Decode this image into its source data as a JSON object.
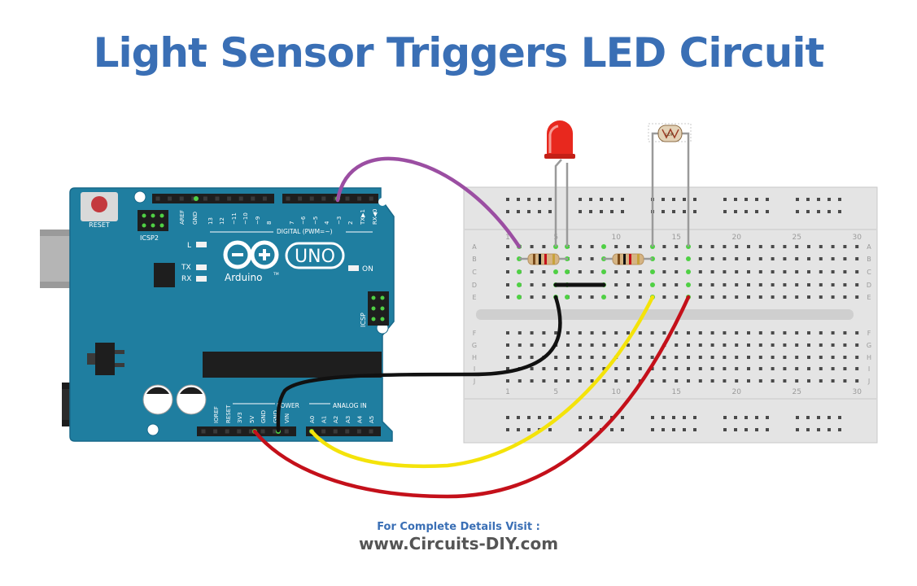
{
  "title": "Light Sensor Triggers LED Circuit",
  "footer": {
    "label": "For Complete Details Visit :",
    "url": "www.Circuits-DIY.com"
  },
  "colors": {
    "title": "#3a6fb5",
    "footer_label": "#3a6fb5",
    "footer_url": "#555555",
    "board": "#1f7ea0",
    "wire_purple": "#9b4ea2",
    "wire_black": "#111111",
    "wire_yellow": "#f4e30a",
    "wire_red": "#c4101a",
    "led": "#e8281e"
  },
  "arduino": {
    "reset": "RESET",
    "icsp2": "ICSP2",
    "icsp": "ICSP",
    "aref": "AREF",
    "gnd": "GND",
    "digital": "DIGITAL (PWM=~)",
    "logo": "UNO",
    "brand": "Arduino",
    "tm": "TM",
    "led_l": "L",
    "led_tx": "TX",
    "led_rx": "RX",
    "on": "ON",
    "power": "POWER",
    "analog": "ANALOG IN",
    "digital_pins": [
      "13",
      "12",
      "~11",
      "~10",
      "~9",
      "8",
      "7",
      "~6",
      "~5",
      "4",
      "~3",
      "2",
      "TX▶1",
      "RX◀0"
    ],
    "power_pins": [
      "IOREF",
      "RESET",
      "3V3",
      "5V",
      "GND",
      "GND",
      "VIN"
    ],
    "analog_pins": [
      "A0",
      "A1",
      "A2",
      "A3",
      "A4",
      "A5"
    ]
  },
  "breadboard": {
    "rows_top": [
      "A",
      "B",
      "C",
      "D",
      "E"
    ],
    "rows_bottom": [
      "F",
      "G",
      "H",
      "I",
      "J"
    ],
    "col_numbers": [
      "1",
      "5",
      "10",
      "15",
      "20",
      "25",
      "30"
    ]
  },
  "components": {
    "ldr": "LDR"
  }
}
